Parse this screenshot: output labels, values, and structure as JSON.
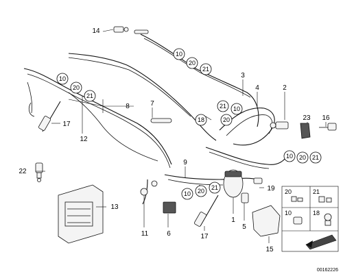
{
  "diagram": {
    "part_labels": [
      "14",
      "3",
      "4",
      "2",
      "8",
      "7",
      "12",
      "17",
      "22",
      "9",
      "23",
      "16",
      "19",
      "13",
      "11",
      "6",
      "1",
      "5",
      "17",
      "15"
    ],
    "callouts": [
      [
        "10",
        "20",
        "21"
      ],
      [
        "10",
        "20",
        "21"
      ],
      [
        "21",
        "10",
        "20"
      ],
      [
        "18"
      ],
      [
        "10",
        "20",
        "21"
      ],
      [
        "10",
        "20",
        "21"
      ]
    ],
    "legend": {
      "cells": [
        "20",
        "21",
        "10",
        "18"
      ]
    },
    "doc_id": "00162226"
  }
}
